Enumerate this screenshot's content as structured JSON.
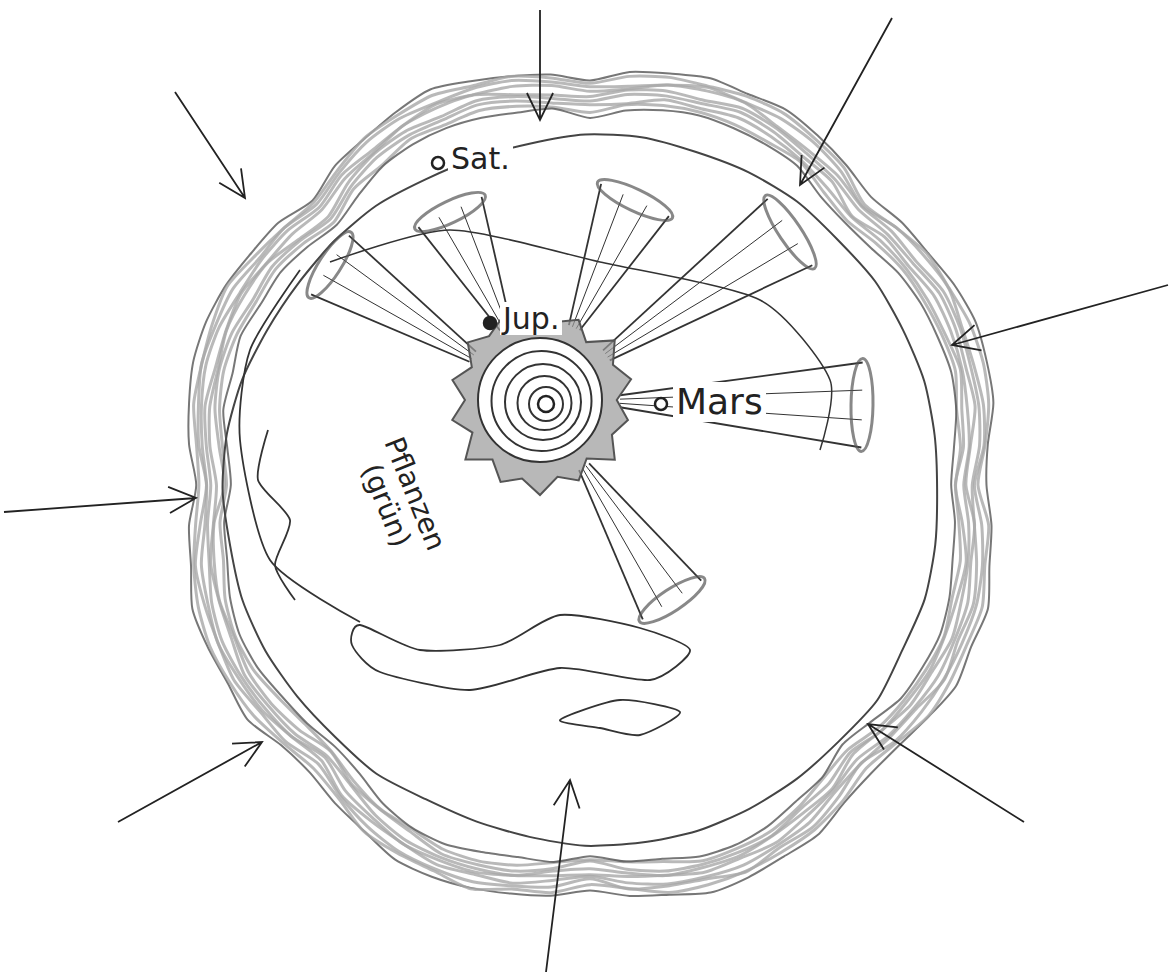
{
  "diagram": {
    "labels": [
      "Sat.",
      "Jup.",
      "Mars",
      "Pflanzen (grün)"
    ]
  }
}
